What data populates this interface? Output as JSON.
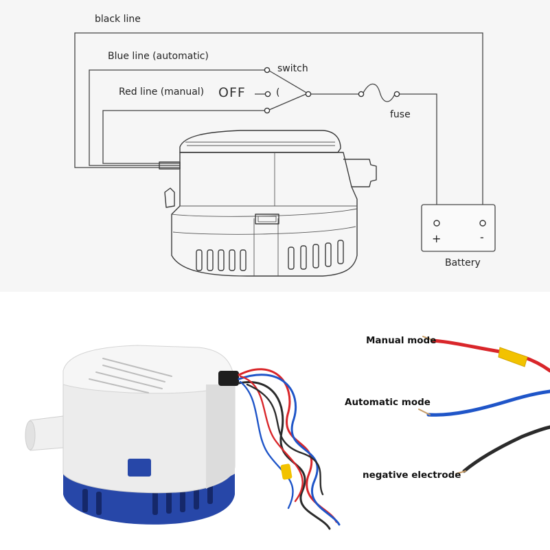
{
  "diagram": {
    "labels": {
      "black_line": "black line",
      "blue_line": "Blue line (automatic)",
      "red_line": "Red line (manual)",
      "off": "OFF",
      "off_glyph": "(",
      "switch": "switch",
      "fuse": "fuse",
      "battery": "Battery",
      "plus": "+",
      "minus": "-"
    }
  },
  "photo": {
    "labels": {
      "manual_mode": "Manual mode",
      "automatic_mode": "Automatic mode",
      "negative_electrode": "negative electrode"
    },
    "colors": {
      "red_wire": "#d9262a",
      "blue_wire": "#1f55c8",
      "black_wire": "#2b2b2b",
      "pump_base": "#2747a8",
      "pump_cover": "#ececec",
      "connector": "#f2c200"
    }
  }
}
